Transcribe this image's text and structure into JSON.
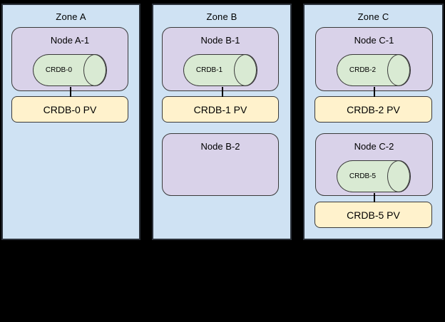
{
  "colors": {
    "background": "#000000",
    "zone_fill": "#cfe2f3",
    "zone_border": "#2b313a",
    "node_fill": "#d9d2e9",
    "db_fill": "#d9ead3",
    "pv_fill": "#fff2cc",
    "shape_border": "#3a3a3a",
    "connector": "#000000"
  },
  "zones": [
    {
      "label": "Zone A",
      "nodes": [
        {
          "label": "Node A-1",
          "db": "CRDB-0"
        }
      ],
      "pvs": [
        {
          "label": "CRDB-0 PV"
        }
      ]
    },
    {
      "label": "Zone B",
      "nodes": [
        {
          "label": "Node B-1",
          "db": "CRDB-1"
        },
        {
          "label": "Node B-2"
        }
      ],
      "pvs": [
        {
          "label": "CRDB-1 PV"
        }
      ]
    },
    {
      "label": "Zone C",
      "nodes": [
        {
          "label": "Node C-1",
          "db": "CRDB-2"
        },
        {
          "label": "Node C-2",
          "db": "CRDB-5"
        }
      ],
      "pvs": [
        {
          "label": "CRDB-2 PV"
        },
        {
          "label": "CRDB-5 PV"
        }
      ]
    }
  ]
}
